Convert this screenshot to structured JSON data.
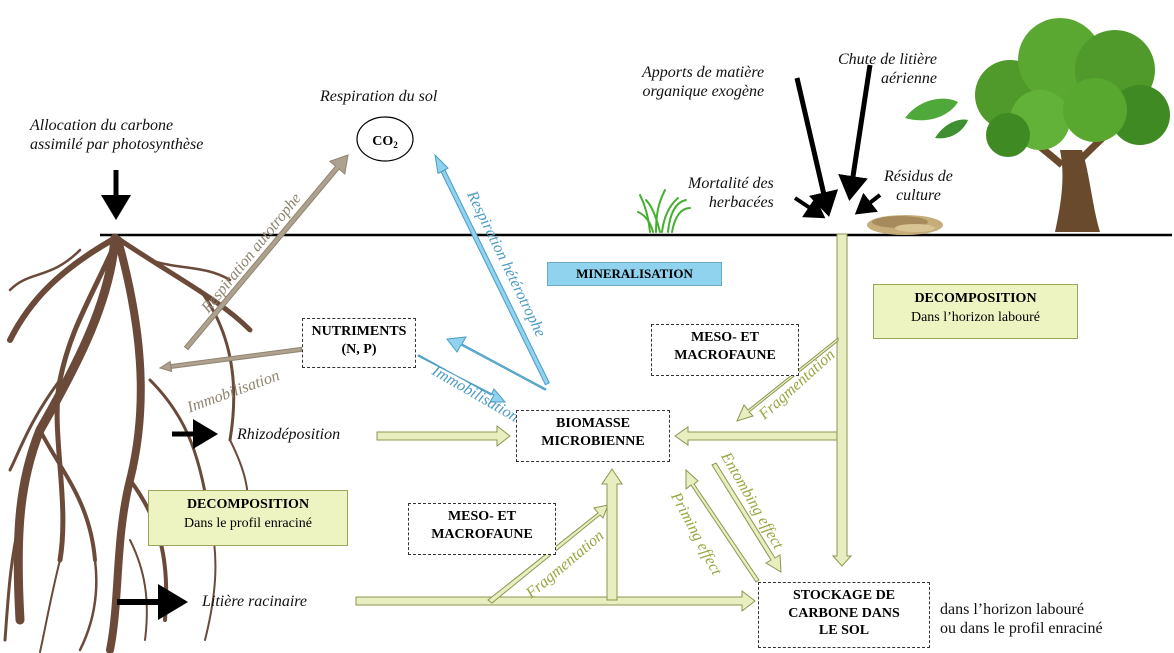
{
  "labels": {
    "allocation": [
      "Allocation du carbone",
      "assimilé par photosynthèse"
    ],
    "respiration_sol": "Respiration du sol",
    "co2": "CO",
    "co2_sub": "2",
    "apports": [
      "Apports de matière",
      "organique exogène"
    ],
    "chute": [
      "Chute de litière",
      "aérienne"
    ],
    "mortalite": [
      "Mortalité des",
      "herbacées"
    ],
    "residus": [
      "Résidus de",
      "culture"
    ],
    "mineralisation": "MINERALISATION",
    "decomp_top_title": "DECOMPOSITION",
    "decomp_top_sub": "Dans l’horizon labouré",
    "meso_top": [
      "MESO- ET",
      "MACROFAUNE"
    ],
    "nutriments": [
      "NUTRIMENTS",
      "(N, P)"
    ],
    "biomasse": [
      "BIOMASSE",
      "MICROBIENNE"
    ],
    "rhizodeposition": "Rhizodéposition",
    "decomp_bot_title": "DECOMPOSITION",
    "decomp_bot_sub": "Dans le profil enraciné",
    "meso_bot": [
      "MESO- ET",
      "MACROFAUNE"
    ],
    "litiere": "Litière racinaire",
    "stockage": [
      "STOCKAGE DE",
      "CARBONE DANS",
      "LE SOL"
    ],
    "stockage_note": [
      "dans l’horizon labouré",
      "ou dans le profil enraciné"
    ]
  },
  "flows": {
    "resp_auto": "Respiration autotrophe",
    "resp_hetero": "Respiration hétérotrophe",
    "immob_left": "Immobilisation",
    "immob_right": "Immobilisation",
    "frag_top": "Fragmentation",
    "frag_bot": "Fragmentation",
    "priming": "Priming effect",
    "entombing": "Entombing effect"
  },
  "colors": {
    "tan": "#aea28e",
    "blue": "#8fd3ef",
    "green_arrow": "#e8eec0",
    "green_stroke": "#8d9650",
    "olive_text": "#9aa53f",
    "tan_text": "#8e8470",
    "blue_text": "#4b9bc4",
    "root": "#6b4a3a",
    "tree_green": "#4f9a2a",
    "trunk": "#6a4a2c"
  }
}
